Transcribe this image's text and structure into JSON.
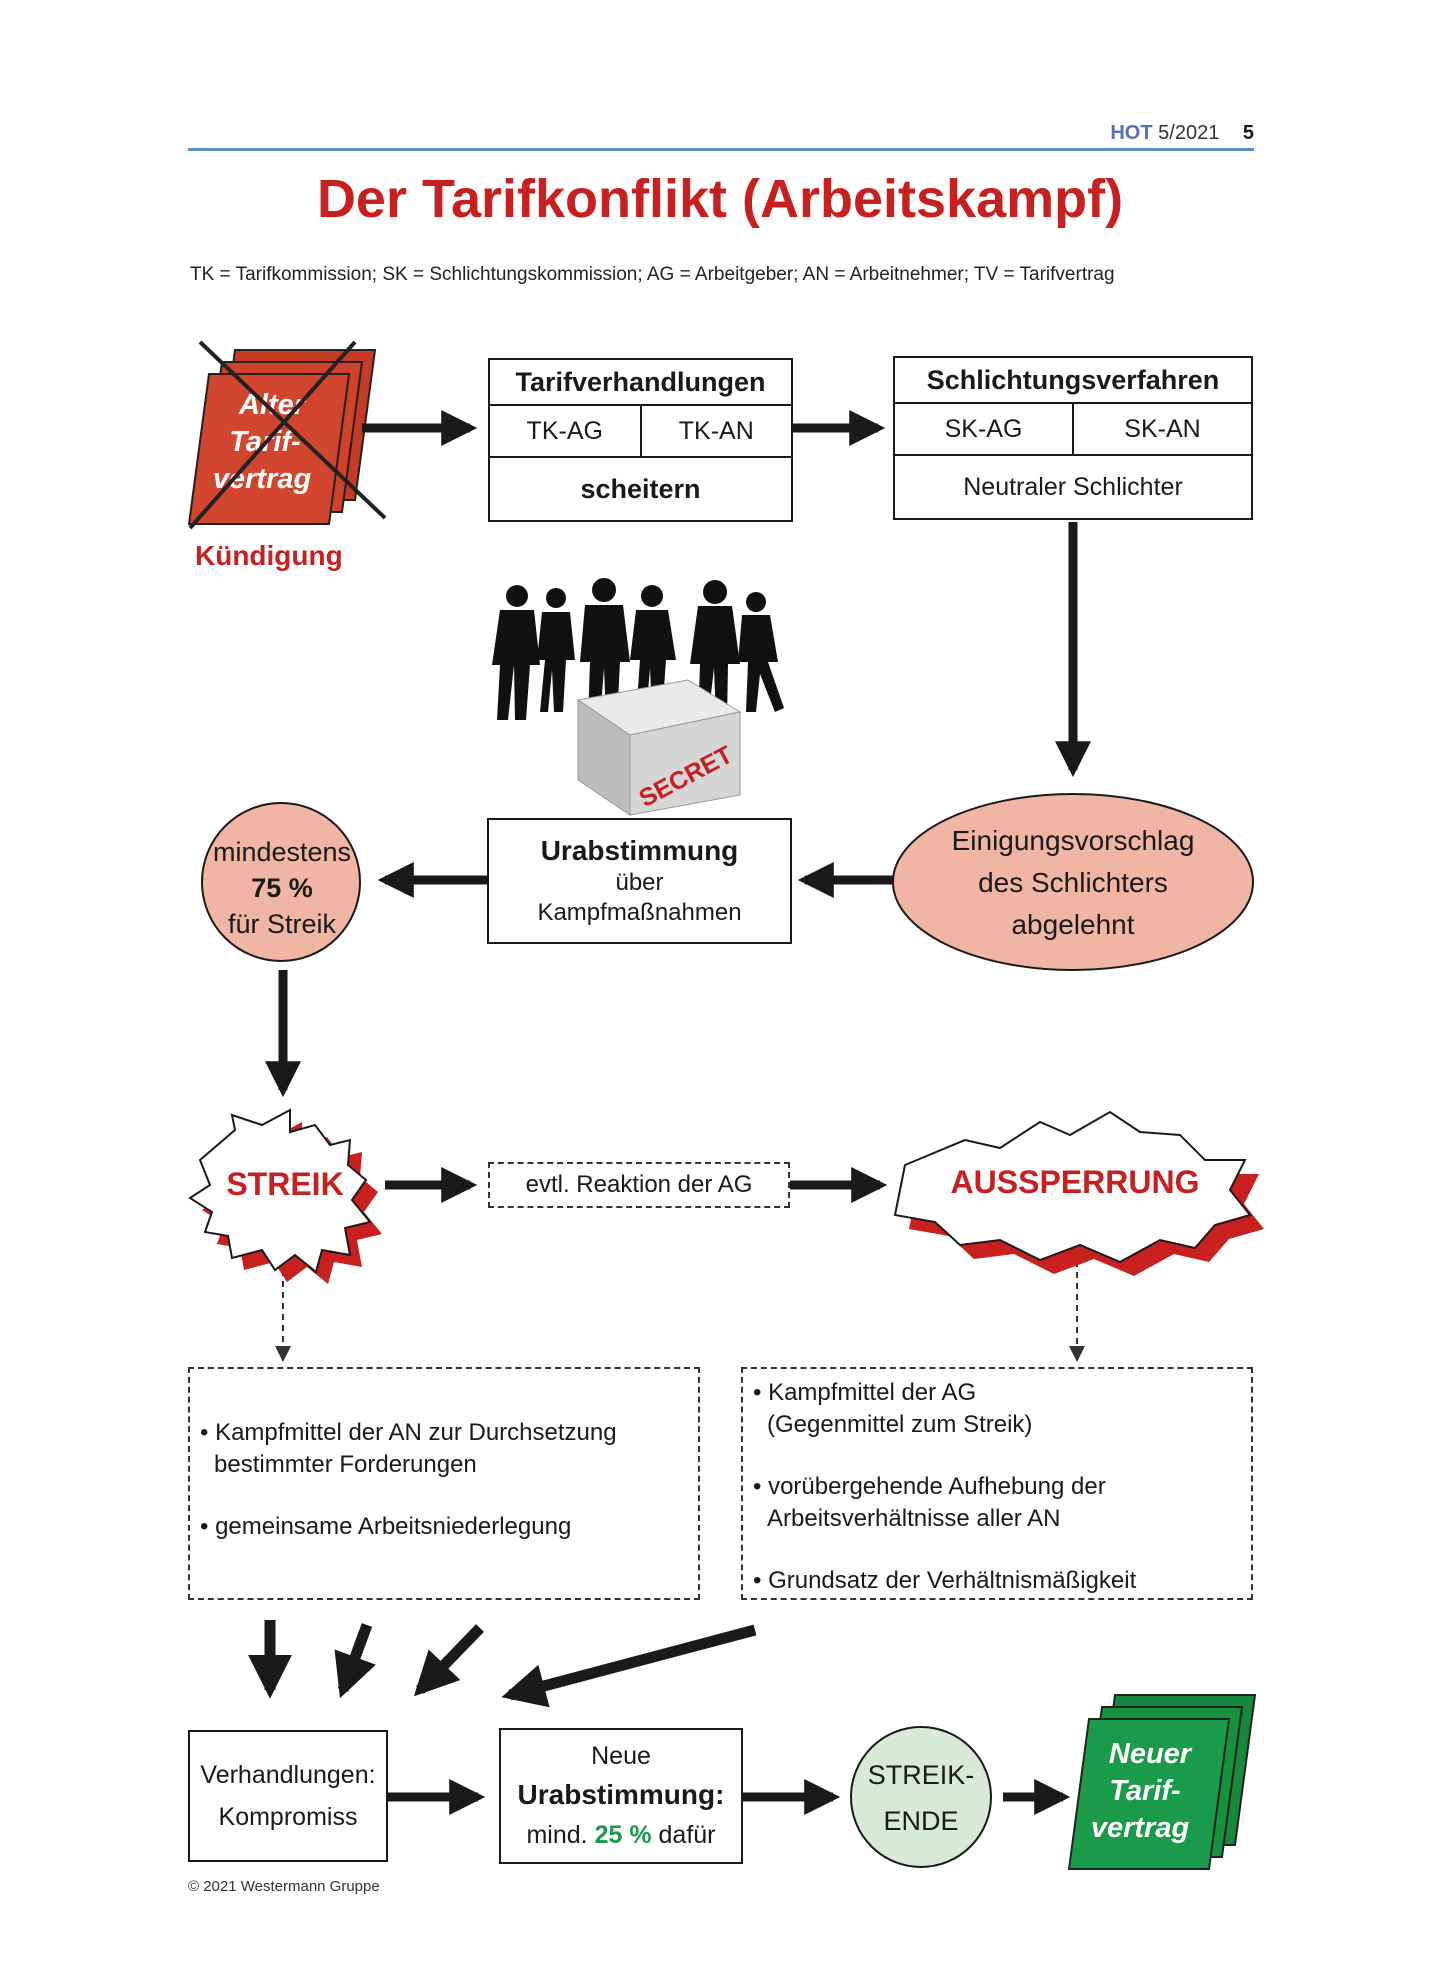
{
  "header": {
    "brand": "HOT",
    "issue": "5/2021",
    "page": "5"
  },
  "title": "Der Tarifkonflikt (Arbeitskampf)",
  "legend": "TK = Tarifkommission; SK = Schlichtungskommission; AG = Arbeitgeber; AN = Arbeitnehmer; TV = Tarifvertrag",
  "old_contract": {
    "line1": "Alter",
    "line2": "Tarif-",
    "line3": "vertrag",
    "caption": "Kündigung"
  },
  "tarifverhandlungen": {
    "title": "Tarifverhandlungen",
    "left": "TK-AG",
    "right": "TK-AN",
    "bottom": "scheitern"
  },
  "schlichtung": {
    "title": "Schlichtungsverfahren",
    "left": "SK-AG",
    "right": "SK-AN",
    "bottom": "Neutraler Schlichter"
  },
  "ballot_box": {
    "label": "SECRET"
  },
  "urabstimmung": {
    "title": "Urabstimmung",
    "line2": "über",
    "line3": "Kampfmaßnahmen"
  },
  "einigung": {
    "line1": "Einigungsvorschlag",
    "line2": "des Schlichters",
    "line3": "abgelehnt"
  },
  "mindestens": {
    "line1": "mindestens",
    "line2": "75 %",
    "line3": "für Streik"
  },
  "streik": {
    "label": "STREIK"
  },
  "reaktion": {
    "label": "evtl. Reaktion der AG"
  },
  "aussperrung": {
    "label": "AUSSPERRUNG"
  },
  "streik_notes": {
    "item1_line1": "• Kampfmittel der AN zur Durchsetzung",
    "item1_line2": "bestimmter Forderungen",
    "item2": "• gemeinsame Arbeitsniederlegung"
  },
  "aussperrung_notes": {
    "item1_line1": "• Kampfmittel der AG",
    "item1_line2": "(Gegenmittel zum Streik)",
    "item2_line1": "• vorübergehende Aufhebung der",
    "item2_line2": "Arbeitsverhältnisse aller AN",
    "item3": "• Grundsatz der Verhältnismäßigkeit"
  },
  "verhandlungen": {
    "line1": "Verhandlungen:",
    "line2": "Kompromiss"
  },
  "neue_urabstimmung": {
    "line1": "Neue",
    "line2": "Urabstimmung:",
    "line3_prefix": "mind. ",
    "line3_value": "25 %",
    "line3_suffix": " dafür"
  },
  "streik_ende": {
    "line1": "STREIK-",
    "line2": "ENDE"
  },
  "new_contract": {
    "line1": "Neuer",
    "line2": "Tarif-",
    "line3": "vertrag"
  },
  "copyright": "© 2021 Westermann Gruppe",
  "colors": {
    "title_red": "#c8201e",
    "old_contract": "#d2452f",
    "salmon": "#f0b6a3",
    "new_contract": "#1a9b4a",
    "streik_ende": "#d6ead6",
    "header_line": "#5b8fc7"
  }
}
